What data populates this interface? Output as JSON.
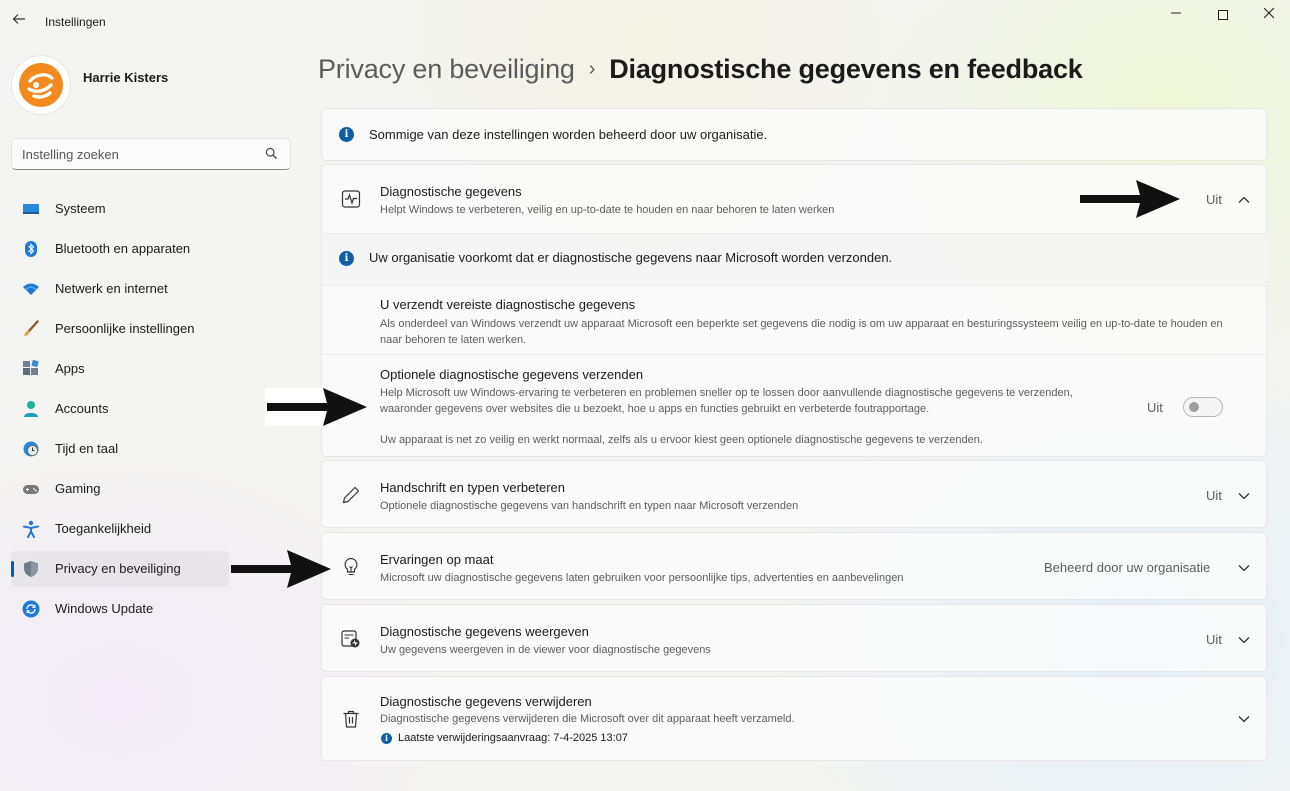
{
  "window": {
    "title": "Instellingen",
    "back_icon": "arrow-left-icon",
    "minimize_icon": "minimize-icon",
    "maximize_icon": "maximize-icon",
    "close_icon": "close-icon"
  },
  "profile": {
    "name": "Harrie Kisters",
    "avatar_icon": "user-avatar-logo"
  },
  "search": {
    "placeholder": "Instelling zoeken",
    "value": "",
    "icon": "search-icon"
  },
  "sidebar": {
    "items": [
      {
        "label": "Systeem",
        "icon": "monitor-icon",
        "active": false
      },
      {
        "label": "Bluetooth en apparaten",
        "icon": "bluetooth-icon",
        "active": false
      },
      {
        "label": "Netwerk en internet",
        "icon": "wifi-icon",
        "active": false
      },
      {
        "label": "Persoonlijke instellingen",
        "icon": "paintbrush-icon",
        "active": false
      },
      {
        "label": "Apps",
        "icon": "apps-icon",
        "active": false
      },
      {
        "label": "Accounts",
        "icon": "person-icon",
        "active": false
      },
      {
        "label": "Tijd en taal",
        "icon": "globe-clock-icon",
        "active": false
      },
      {
        "label": "Gaming",
        "icon": "gamepad-icon",
        "active": false
      },
      {
        "label": "Toegankelijkheid",
        "icon": "accessibility-icon",
        "active": false
      },
      {
        "label": "Privacy en beveiliging",
        "icon": "shield-icon",
        "active": true
      },
      {
        "label": "Windows Update",
        "icon": "update-icon",
        "active": false
      }
    ]
  },
  "header": {
    "parent": "Privacy en beveiliging",
    "separator": "›",
    "current": "Diagnostische gegevens en feedback"
  },
  "managed_notice": {
    "text": "Sommige van deze instellingen worden beheerd door uw organisatie.",
    "icon": "info-icon"
  },
  "diagnostic_data": {
    "title": "Diagnostische gegevens",
    "subtitle": "Helpt Windows te verbeteren, veilig en up-to-date te houden en naar behoren te laten werken",
    "value": "Uit",
    "icon": "pulse-monitor-icon",
    "expanded": true,
    "org_notice": "Uw organisatie voorkomt dat er diagnostische gegevens naar Microsoft worden verzonden.",
    "required": {
      "title": "U verzendt vereiste diagnostische gegevens",
      "subtitle": "Als onderdeel van Windows verzendt uw apparaat Microsoft een beperkte set gegevens die nodig is om uw apparaat en besturingssysteem veilig en up-to-date te houden en naar behoren te laten werken."
    },
    "optional": {
      "title": "Optionele diagnostische gegevens verzenden",
      "subtitle": "Help Microsoft uw Windows-ervaring te verbeteren en problemen sneller op te lossen door aanvullende diagnostische gegevens te verzenden, waaronder gegevens over websites die u bezoekt, hoe u apps en functies gebruikt en verbeterde foutrapportage.",
      "toggle_label": "Uit",
      "toggle_on": false,
      "footnote": "Uw apparaat is net zo veilig en werkt normaal, zelfs als u ervoor kiest geen optionele diagnostische gegevens te verzenden."
    }
  },
  "handwriting": {
    "title": "Handschrift en typen verbeteren",
    "subtitle": "Optionele diagnostische gegevens van handschrift en typen naar Microsoft verzenden",
    "value": "Uit",
    "icon": "pen-icon"
  },
  "tailored": {
    "title": "Ervaringen op maat",
    "subtitle": "Microsoft uw diagnostische gegevens laten gebruiken voor persoonlijke tips, advertenties en aanbevelingen",
    "value": "Beheerd door uw organisatie",
    "icon": "lightbulb-icon"
  },
  "view_data": {
    "title": "Diagnostische gegevens weergeven",
    "subtitle": "Uw gegevens weergeven in de viewer voor diagnostische gegevens",
    "value": "Uit",
    "icon": "data-viewer-icon"
  },
  "delete_data": {
    "title": "Diagnostische gegevens verwijderen",
    "subtitle": "Diagnostische gegevens verwijderen die Microsoft over dit apparaat heeft verzameld.",
    "last_request": "Laatste verwijderingsaanvraag: 7-4-2025 13:07",
    "icon": "trash-icon"
  },
  "annotations": {
    "arrow_icon": "black-arrow-right-icon"
  }
}
